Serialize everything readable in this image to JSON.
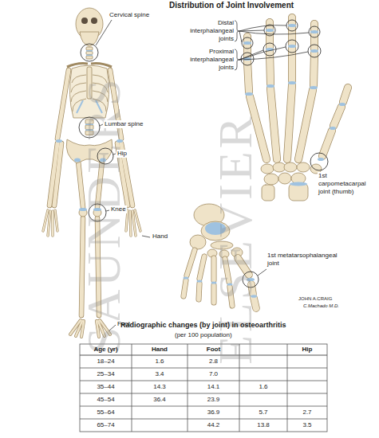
{
  "diagram": {
    "title": "Distribution of Joint Involvement",
    "labels": [
      "Cervical spine",
      "Distal interphalangeal joints",
      "Proximal interphalangeal joints",
      "1st carpometacarpal joint (thumb)",
      "Lumbar spine",
      "Hip",
      "Hand",
      "Knee",
      "Foot",
      "1st metatarsophalangeal joint",
      "JOHN A.CRAIG",
      "C.Machado M.D.",
      "Radiographic changes (by joint) in osteoarthritis",
      "(per 100 population)",
      "Age (yr)",
      "Hand",
      "Foot",
      "Hip",
      "18–24",
      "1.6",
      "2.8",
      "25–34",
      "3.4",
      "7.0",
      "35–44",
      "14.3",
      "14.1",
      "1.6",
      "45–54",
      "36.4",
      "23.9",
      "55–64",
      "36.9",
      "5.7",
      "2.7",
      "65–74",
      "44.2",
      "13.8",
      "3.5",
      "SAUNDERS",
      "ELSEVIER"
    ]
  }
}
